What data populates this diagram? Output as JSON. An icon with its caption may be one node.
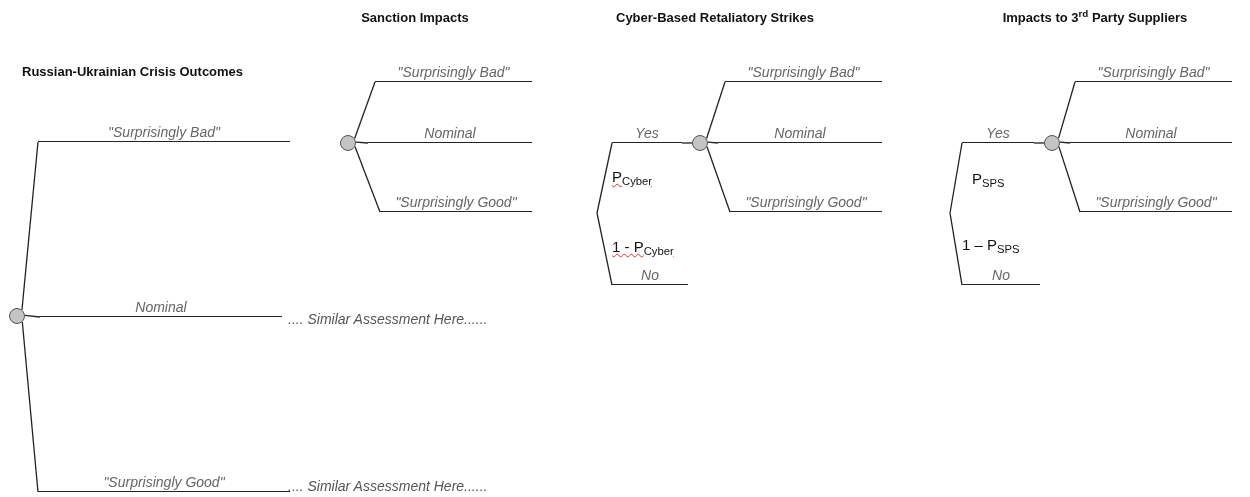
{
  "diagram": {
    "nodes": [
      {
        "text": [],
        "shape": "circle"
      },
      {
        "text": [
          "\"Surprisingly Bad\""
        ]
      },
      {
        "text": [
          "Nominal"
        ]
      },
      {
        "text": [
          "\"Surprisingly Good\""
        ]
      },
      {
        "text": [],
        "shape": "circle"
      },
      {
        "text": [
          "\"Surprisingly Bad\""
        ]
      },
      {
        "text": [
          "Nominal"
        ]
      },
      {
        "text": [
          "\"Surprisingly Good\""
        ]
      },
      {
        "text": [
          "Yes"
        ]
      },
      {
        "text": [
          "No"
        ]
      },
      {
        "text": [],
        "shape": "circle"
      },
      {
        "text": [
          "\"Surprisingly Bad\""
        ]
      },
      {
        "text": [
          "Nominal"
        ]
      },
      {
        "text": [
          "\"Surprisingly Good\""
        ]
      },
      {
        "text": [
          "Yes"
        ]
      },
      {
        "text": [
          "No"
        ]
      },
      {
        "text": [],
        "shape": "circle"
      },
      {
        "text": [
          "\"Surprisingly Bad\""
        ]
      },
      {
        "text": [
          "Nominal"
        ]
      },
      {
        "text": [
          "\"Surprisingly Good\""
        ]
      }
    ],
    "edges": [
      {
        "from": 0,
        "to": 1,
        "arrow": "none"
      },
      {
        "from": 0,
        "to": 2,
        "arrow": "none"
      },
      {
        "from": 0,
        "to": 3,
        "arrow": "none"
      },
      {
        "from": 4,
        "to": 5,
        "arrow": "none"
      },
      {
        "from": 4,
        "to": 6,
        "arrow": "none"
      },
      {
        "from": 4,
        "to": 7,
        "arrow": "none"
      },
      {
        "from": null,
        "to": 8,
        "arrow": "none"
      },
      {
        "from": null,
        "to": 9,
        "arrow": "none"
      },
      {
        "from": 8,
        "to": 10,
        "arrow": "none"
      },
      {
        "from": 10,
        "to": 11,
        "arrow": "none"
      },
      {
        "from": 10,
        "to": 12,
        "arrow": "none"
      },
      {
        "from": 10,
        "to": 13,
        "arrow": "none"
      },
      {
        "from": null,
        "to": 14,
        "arrow": "none"
      },
      {
        "from": null,
        "to": 15,
        "arrow": "none"
      },
      {
        "from": 14,
        "to": 16,
        "arrow": "none"
      },
      {
        "from": 16,
        "to": 17,
        "arrow": "none"
      },
      {
        "from": 16,
        "to": 18,
        "arrow": "none"
      },
      {
        "from": 16,
        "to": 19,
        "arrow": "none"
      }
    ],
    "labels": [
      "Sanction Impacts",
      "Cyber-Based Retaliatory Strikes",
      "Impacts to 3$^{rd}$ Party Suppliers",
      "Russian-Ukrainian Crisis Outcomes",
      "P$_{Cyber}$",
      "P$_{SPS}$",
      "1 - P$_{Cyber}$",
      "1 – P$_{SPS}$",
      ".... Similar Assessment Here......",
      ".... Similar Assessment Here......"
    ]
  }
}
